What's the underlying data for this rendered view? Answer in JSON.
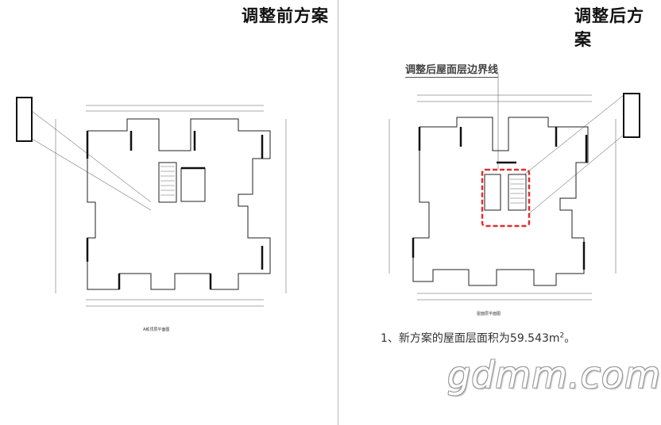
{
  "titles": {
    "before": "调整前方案",
    "after": "调整后方案"
  },
  "callout": "调整后屋面层边界线",
  "note": {
    "text": "1、新方案的屋面层面积为59.543",
    "unit": "m",
    "unit_sup": "2",
    "suffix": "。"
  },
  "captions": {
    "left": "A栋顶层平面图",
    "right": "屋面层平面图"
  },
  "watermark": "gdmm.com",
  "colors": {
    "boundary": "#e03030",
    "lines": "#222222",
    "dims": "#555555"
  }
}
